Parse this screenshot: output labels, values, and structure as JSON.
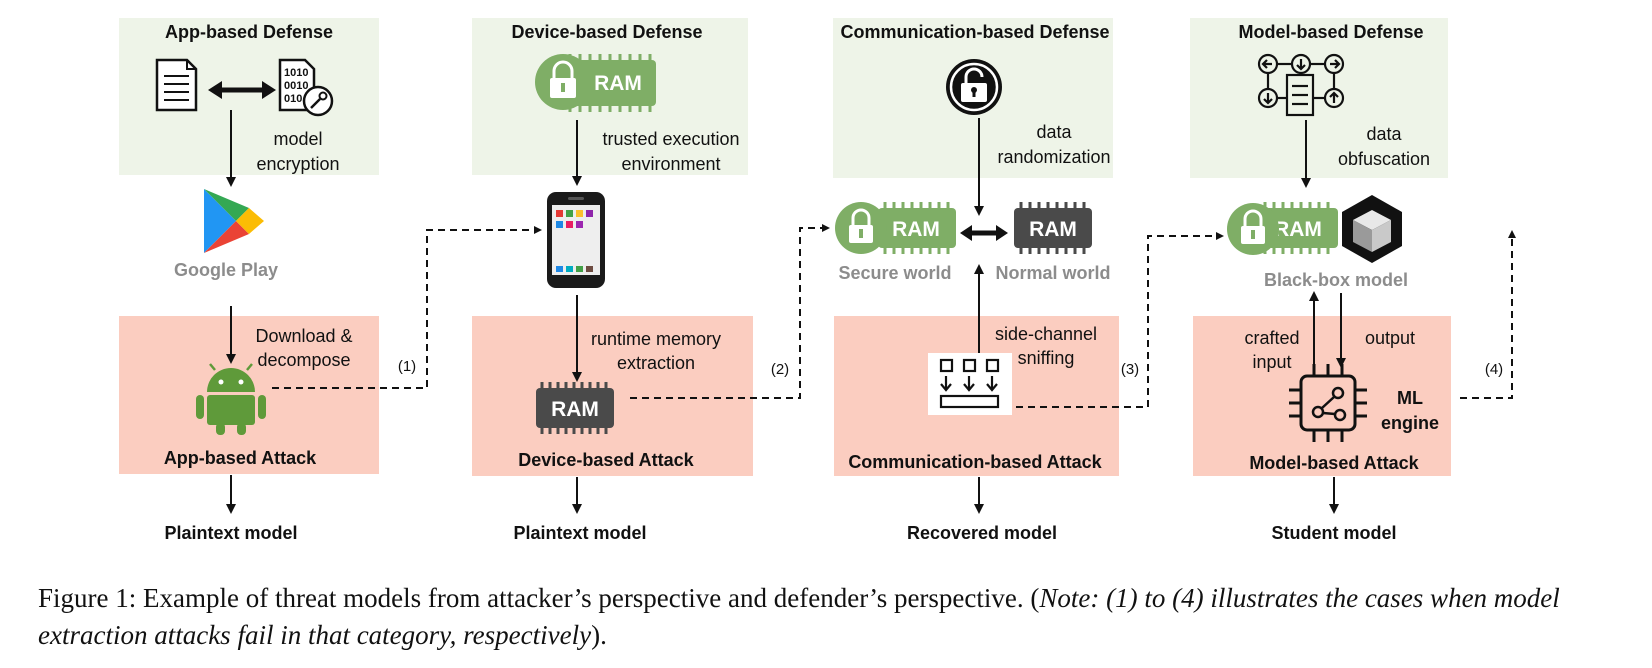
{
  "defense_boxes": [
    {
      "title": "App-based Defense",
      "note_lines": [
        "model",
        "encryption"
      ]
    },
    {
      "title": "Device-based Defense",
      "note_lines": [
        "trusted execution",
        "environment"
      ]
    },
    {
      "title": "Communication-based Defense",
      "note_lines": [
        "data",
        "randomization"
      ]
    },
    {
      "title": "Model-based Defense",
      "note_lines": [
        "data",
        "obfuscation"
      ]
    }
  ],
  "attack_boxes": [
    {
      "title": "App-based Attack",
      "note_lines": [
        "Download &",
        "decompose"
      ]
    },
    {
      "title": "Device-based Attack",
      "note_lines": [
        "runtime memory",
        "extraction"
      ]
    },
    {
      "title": "Communication-based Attack",
      "note_lines": [
        "side-channel",
        "sniffing"
      ]
    },
    {
      "title": "Model-based Attack",
      "note_lines": [
        "crafted",
        "input"
      ],
      "output_label": "output",
      "engine_lines": [
        "ML",
        "engine"
      ]
    }
  ],
  "outcomes": [
    "Plaintext model",
    "Plaintext model",
    "Recovered model",
    "Student model"
  ],
  "labels": {
    "google_play": "Google Play",
    "secure_world": "Secure world",
    "normal_world": "Normal world",
    "black_box": "Black-box model",
    "ram": "RAM",
    "binary_lines": [
      "1010",
      "0010",
      "010"
    ]
  },
  "failure_markers": [
    "(1)",
    "(2)",
    "(3)",
    "(4)"
  ],
  "colors": {
    "defense_bg": "#eef4e8",
    "attack_bg": "#fbcdc0",
    "ram_green": "#7fae66",
    "ram_dark": "#4a4a4a",
    "gray_label": "#8c8c8c"
  },
  "icons": [
    "document-icon",
    "binary-key-icon",
    "google-play-icon",
    "android-icon",
    "smartphone-icon",
    "lock-icon",
    "ram-chip-icon",
    "sniffing-icon",
    "obfuscation-icon",
    "cube-icon",
    "ml-engine-icon"
  ],
  "caption": {
    "prefix": "Figure 1: Example of threat models from attacker’s perspective and defender’s perspective. (",
    "note": "Note: (1) to (4) illustrates the cases when model extraction attacks fail in that category, respectively",
    "suffix": ")."
  }
}
